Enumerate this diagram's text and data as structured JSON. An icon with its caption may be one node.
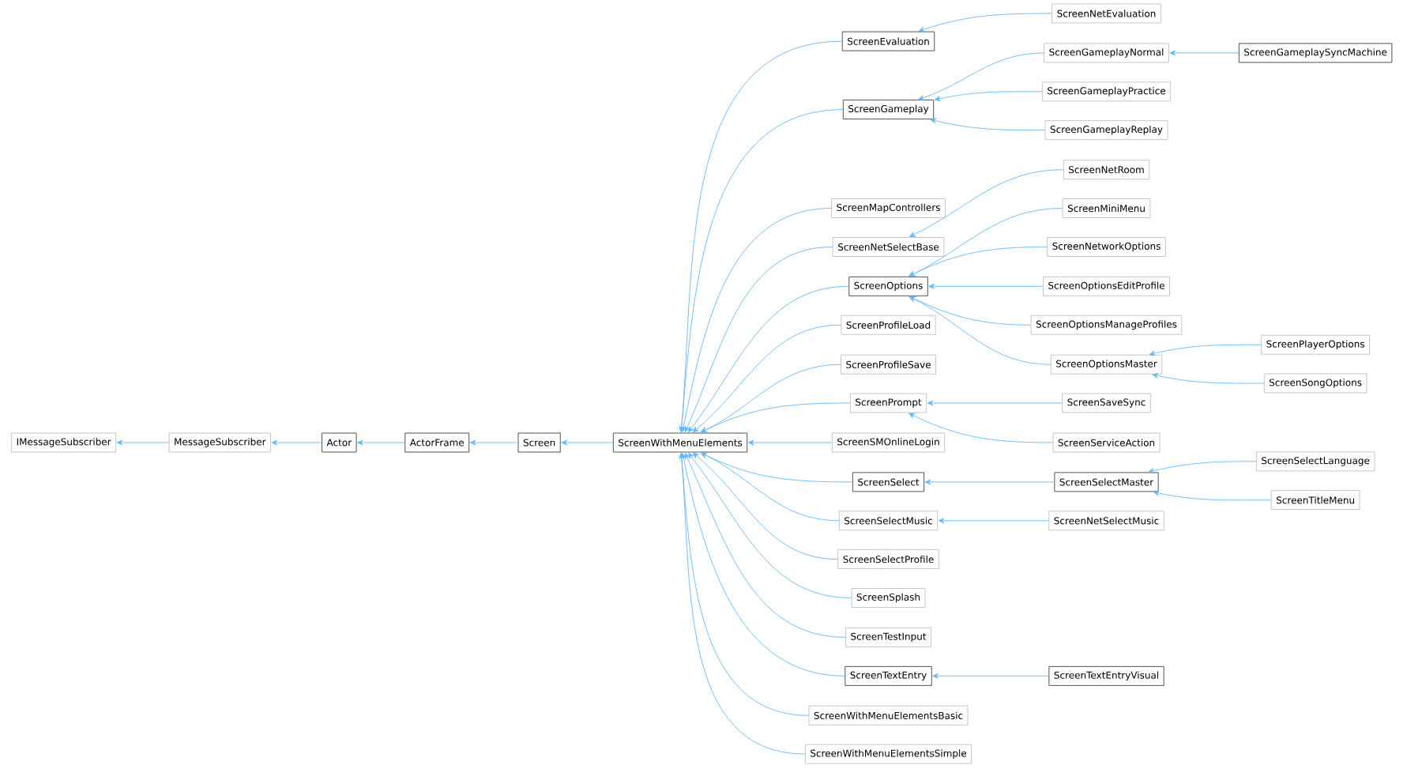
{
  "diagram": {
    "nodes": [
      {
        "text": [
          "IMessageSubscriber"
        ]
      },
      {
        "text": [
          "MessageSubscriber"
        ]
      },
      {
        "text": [
          "Actor"
        ]
      },
      {
        "text": [
          "ActorFrame"
        ]
      },
      {
        "text": [
          "Screen"
        ]
      },
      {
        "text": [
          "ScreenWithMenuElements"
        ]
      },
      {
        "text": [
          "ScreenEvaluation"
        ]
      },
      {
        "text": [
          "ScreenNetEvaluation"
        ]
      },
      {
        "text": [
          "ScreenGameplay"
        ]
      },
      {
        "text": [
          "ScreenGameplayNormal"
        ]
      },
      {
        "text": [
          "ScreenGameplaySyncMachine"
        ]
      },
      {
        "text": [
          "ScreenGameplayPractice"
        ]
      },
      {
        "text": [
          "ScreenGameplayReplay"
        ]
      },
      {
        "text": [
          "ScreenMapControllers"
        ]
      },
      {
        "text": [
          "ScreenNetSelectBase"
        ]
      },
      {
        "text": [
          "ScreenNetRoom"
        ]
      },
      {
        "text": [
          "ScreenOptions"
        ]
      },
      {
        "text": [
          "ScreenMiniMenu"
        ]
      },
      {
        "text": [
          "ScreenNetworkOptions"
        ]
      },
      {
        "text": [
          "ScreenOptionsEditProfile"
        ]
      },
      {
        "text": [
          "ScreenOptionsManageProfiles"
        ]
      },
      {
        "text": [
          "ScreenOptionsMaster"
        ]
      },
      {
        "text": [
          "ScreenPlayerOptions"
        ]
      },
      {
        "text": [
          "ScreenSongOptions"
        ]
      },
      {
        "text": [
          "ScreenProfileLoad"
        ]
      },
      {
        "text": [
          "ScreenProfileSave"
        ]
      },
      {
        "text": [
          "ScreenPrompt"
        ]
      },
      {
        "text": [
          "ScreenSaveSync"
        ]
      },
      {
        "text": [
          "ScreenServiceAction"
        ]
      },
      {
        "text": [
          "ScreenSMOnlineLogin"
        ]
      },
      {
        "text": [
          "ScreenSelect"
        ]
      },
      {
        "text": [
          "ScreenSelectMaster"
        ]
      },
      {
        "text": [
          "ScreenSelectLanguage"
        ]
      },
      {
        "text": [
          "ScreenTitleMenu"
        ]
      },
      {
        "text": [
          "ScreenSelectMusic"
        ]
      },
      {
        "text": [
          "ScreenNetSelectMusic"
        ]
      },
      {
        "text": [
          "ScreenSelectProfile"
        ]
      },
      {
        "text": [
          "ScreenSplash"
        ]
      },
      {
        "text": [
          "ScreenTestInput"
        ]
      },
      {
        "text": [
          "ScreenTextEntry"
        ]
      },
      {
        "text": [
          "ScreenTextEntryVisual"
        ]
      },
      {
        "text": [
          "ScreenWithMenuElementsBasic"
        ]
      },
      {
        "text": [
          "ScreenWithMenuElementsSimple"
        ]
      }
    ],
    "edges": [
      {
        "from": 1,
        "to": 0,
        "arrow": "to"
      },
      {
        "from": 2,
        "to": 1,
        "arrow": "to"
      },
      {
        "from": 3,
        "to": 2,
        "arrow": "to"
      },
      {
        "from": 4,
        "to": 3,
        "arrow": "to"
      },
      {
        "from": 5,
        "to": 4,
        "arrow": "to"
      },
      {
        "from": 6,
        "to": 5,
        "arrow": "to"
      },
      {
        "from": 7,
        "to": 6,
        "arrow": "to"
      },
      {
        "from": 8,
        "to": 5,
        "arrow": "to"
      },
      {
        "from": 9,
        "to": 8,
        "arrow": "to"
      },
      {
        "from": 10,
        "to": 9,
        "arrow": "to"
      },
      {
        "from": 11,
        "to": 8,
        "arrow": "to"
      },
      {
        "from": 12,
        "to": 8,
        "arrow": "to"
      },
      {
        "from": 13,
        "to": 5,
        "arrow": "to"
      },
      {
        "from": 14,
        "to": 5,
        "arrow": "to"
      },
      {
        "from": 15,
        "to": 14,
        "arrow": "to"
      },
      {
        "from": 16,
        "to": 5,
        "arrow": "to"
      },
      {
        "from": 17,
        "to": 16,
        "arrow": "to"
      },
      {
        "from": 18,
        "to": 16,
        "arrow": "to"
      },
      {
        "from": 19,
        "to": 16,
        "arrow": "to"
      },
      {
        "from": 20,
        "to": 16,
        "arrow": "to"
      },
      {
        "from": 21,
        "to": 16,
        "arrow": "to"
      },
      {
        "from": 22,
        "to": 21,
        "arrow": "to"
      },
      {
        "from": 23,
        "to": 21,
        "arrow": "to"
      },
      {
        "from": 24,
        "to": 5,
        "arrow": "to"
      },
      {
        "from": 25,
        "to": 5,
        "arrow": "to"
      },
      {
        "from": 26,
        "to": 5,
        "arrow": "to"
      },
      {
        "from": 27,
        "to": 26,
        "arrow": "to"
      },
      {
        "from": 28,
        "to": 26,
        "arrow": "to"
      },
      {
        "from": 29,
        "to": 5,
        "arrow": "to"
      },
      {
        "from": 30,
        "to": 5,
        "arrow": "to"
      },
      {
        "from": 31,
        "to": 30,
        "arrow": "to"
      },
      {
        "from": 32,
        "to": 31,
        "arrow": "to"
      },
      {
        "from": 33,
        "to": 31,
        "arrow": "to"
      },
      {
        "from": 34,
        "to": 5,
        "arrow": "to"
      },
      {
        "from": 35,
        "to": 34,
        "arrow": "to"
      },
      {
        "from": 36,
        "to": 5,
        "arrow": "to"
      },
      {
        "from": 37,
        "to": 5,
        "arrow": "to"
      },
      {
        "from": 38,
        "to": 5,
        "arrow": "to"
      },
      {
        "from": 39,
        "to": 5,
        "arrow": "to"
      },
      {
        "from": 40,
        "to": 39,
        "arrow": "to"
      },
      {
        "from": 41,
        "to": 5,
        "arrow": "to"
      },
      {
        "from": 42,
        "to": 5,
        "arrow": "to"
      }
    ]
  }
}
